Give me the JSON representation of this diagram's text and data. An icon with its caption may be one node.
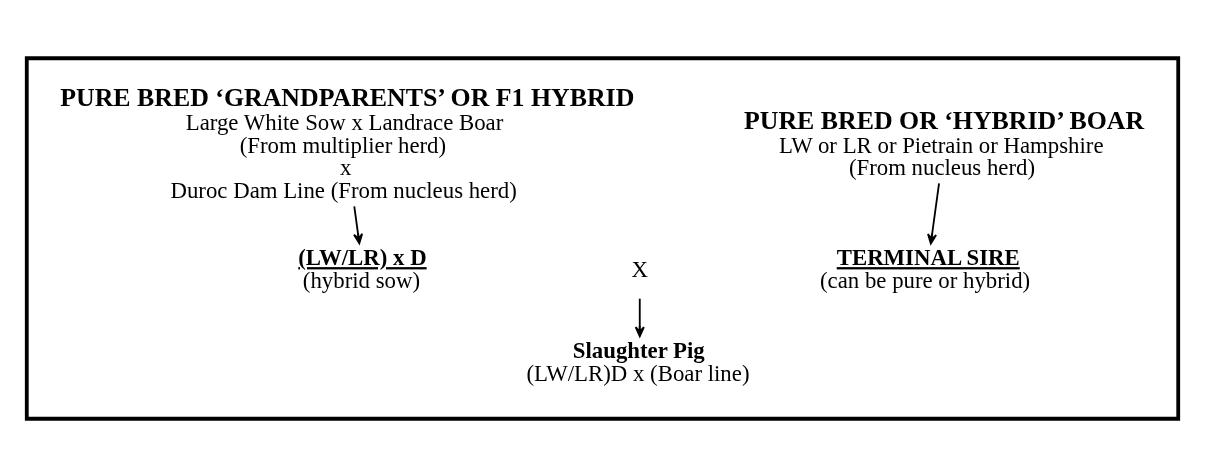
{
  "diagram": {
    "nodes": [
      {
        "text": [],
        "shape": "box"
      },
      {
        "text": [
          "PURE BRED ‘GRANDPARENTS’ OR F1 HYBRID",
          "Large White Sow x Landrace Boar",
          "(From multiplier herd)",
          "x",
          "Duroc Dam Line (From nucleus herd)"
        ],
        "in": 0
      },
      {
        "text": [
          "PURE BRED OR ‘HYBRID’ BOAR",
          "LW or LR or Pietrain or Hampshire",
          "(From nucleus herd)"
        ],
        "in": 0
      },
      {
        "text": [
          "(LW/LR) x D",
          "(hybrid sow)"
        ],
        "in": 0
      },
      {
        "text": [
          "X"
        ],
        "in": 0
      },
      {
        "text": [
          "TERMINAL SIRE",
          "(can be pure or hybrid)"
        ],
        "in": 0
      },
      {
        "text": [
          "Slaughter Pig",
          "(LW/LR)D x (Boar line)"
        ],
        "in": 0
      }
    ],
    "edges": [
      {
        "from": 1,
        "to": 3,
        "arrow": "to"
      },
      {
        "from": 2,
        "to": 5,
        "arrow": "to"
      },
      {
        "from": 4,
        "to": 6,
        "arrow": "to"
      }
    ]
  }
}
